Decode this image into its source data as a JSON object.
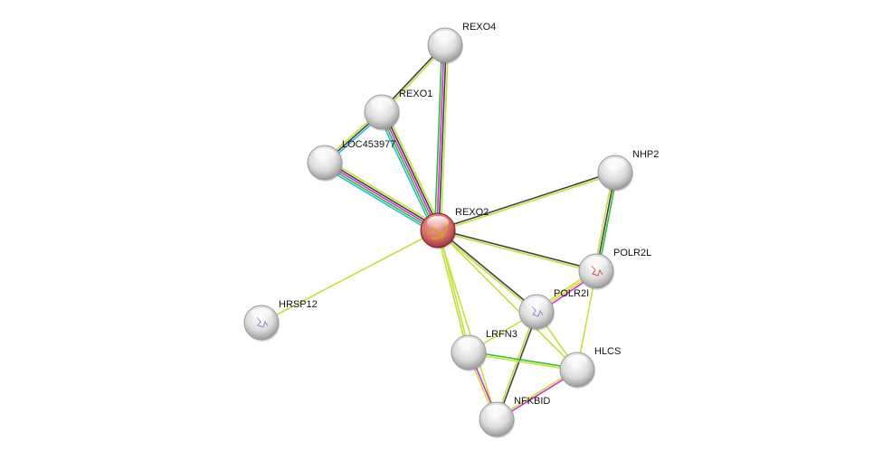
{
  "evidence_colors": {
    "coexpression": "#404040",
    "textmining": "#c4df3a",
    "experiments": "#d12fd3",
    "databases": "#31b4e0",
    "neighborhood": "#2fbf2f"
  },
  "query_node_color": "#d46a6a",
  "nodes": [
    {
      "id": "REXO4",
      "label": "REXO4"
    },
    {
      "id": "REXO1",
      "label": "REXO1"
    },
    {
      "id": "LOC453977",
      "label": "LOC453977"
    },
    {
      "id": "REXO2",
      "label": "REXO2",
      "query": true
    },
    {
      "id": "NHP2",
      "label": "NHP2"
    },
    {
      "id": "POLR2L",
      "label": "POLR2L"
    },
    {
      "id": "POLR2I",
      "label": "POLR2I"
    },
    {
      "id": "HRSP12",
      "label": "HRSP12"
    },
    {
      "id": "LRFN3",
      "label": "LRFN3"
    },
    {
      "id": "HLCS",
      "label": "HLCS"
    },
    {
      "id": "NFKBID",
      "label": "NFKBID"
    }
  ],
  "edges": [
    {
      "a": "REXO2",
      "b": "REXO4",
      "evidence": [
        "neighborhood",
        "experiments",
        "coexpression",
        "textmining"
      ]
    },
    {
      "a": "REXO2",
      "b": "REXO1",
      "evidence": [
        "databases",
        "neighborhood",
        "experiments",
        "coexpression",
        "textmining"
      ]
    },
    {
      "a": "REXO2",
      "b": "LOC453977",
      "evidence": [
        "databases",
        "neighborhood",
        "experiments",
        "coexpression",
        "textmining"
      ]
    },
    {
      "a": "REXO1",
      "b": "REXO4",
      "evidence": [
        "coexpression",
        "textmining"
      ]
    },
    {
      "a": "REXO1",
      "b": "LOC453977",
      "evidence": [
        "databases",
        "coexpression",
        "textmining"
      ]
    },
    {
      "a": "REXO2",
      "b": "NHP2",
      "evidence": [
        "coexpression",
        "textmining"
      ]
    },
    {
      "a": "REXO2",
      "b": "POLR2L",
      "evidence": [
        "coexpression",
        "textmining"
      ]
    },
    {
      "a": "REXO2",
      "b": "POLR2I",
      "evidence": [
        "coexpression",
        "textmining"
      ]
    },
    {
      "a": "REXO2",
      "b": "HRSP12",
      "evidence": [
        "textmining"
      ]
    },
    {
      "a": "REXO2",
      "b": "LRFN3",
      "evidence": [
        "textmining",
        "textmining"
      ]
    },
    {
      "a": "REXO2",
      "b": "HLCS",
      "evidence": [
        "textmining"
      ]
    },
    {
      "a": "REXO2",
      "b": "NFKBID",
      "evidence": [
        "textmining"
      ]
    },
    {
      "a": "NHP2",
      "b": "POLR2L",
      "evidence": [
        "neighborhood",
        "coexpression",
        "textmining"
      ]
    },
    {
      "a": "POLR2L",
      "b": "POLR2I",
      "evidence": [
        "experiments",
        "textmining",
        "textmining"
      ]
    },
    {
      "a": "POLR2L",
      "b": "HLCS",
      "evidence": [
        "textmining"
      ]
    },
    {
      "a": "POLR2I",
      "b": "LRFN3",
      "evidence": [
        "textmining"
      ]
    },
    {
      "a": "POLR2I",
      "b": "HLCS",
      "evidence": [
        "textmining"
      ]
    },
    {
      "a": "POLR2I",
      "b": "NFKBID",
      "evidence": [
        "coexpression",
        "textmining"
      ]
    },
    {
      "a": "LRFN3",
      "b": "HLCS",
      "evidence": [
        "neighborhood",
        "textmining"
      ]
    },
    {
      "a": "LRFN3",
      "b": "NFKBID",
      "evidence": [
        "experiments",
        "textmining"
      ]
    },
    {
      "a": "HLCS",
      "b": "NFKBID",
      "evidence": [
        "experiments",
        "textmining"
      ]
    }
  ]
}
